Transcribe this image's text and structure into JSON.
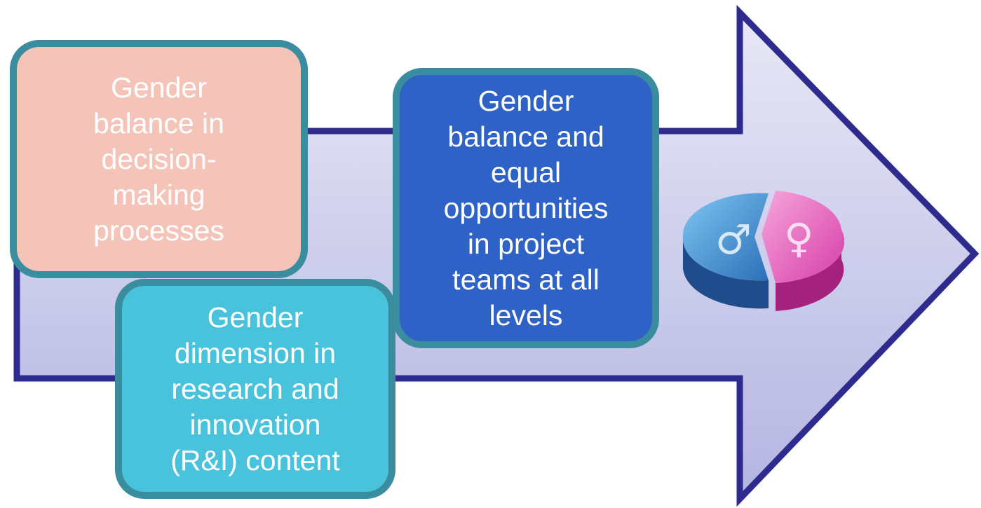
{
  "boxes": {
    "decision_making": "Gender\nbalance in\ndecision-\nmaking\nprocesses",
    "research_innovation": "Gender\ndimension in\nresearch and\ninnovation\n(R&I) content",
    "project_teams": "Gender\nbalance and\nequal\nopportunities\nin project\nteams at all\nlevels"
  },
  "icons": {
    "arrow": "right-arrow-shape",
    "pie": "gender-pie-chart-icon",
    "male": "♂",
    "female": "♀"
  },
  "colors": {
    "arrow_fill_top": "#e8e8f6",
    "arrow_fill_bottom": "#b4b4e2",
    "arrow_stroke": "#2d2b8e",
    "box_border": "#3a8d9e",
    "decision_fill": "#f4c4b9",
    "rni_fill": "#49c2dc",
    "teams_fill": "#2f62c6",
    "pie_male": "#3d8fd6",
    "pie_female": "#e052b3"
  }
}
